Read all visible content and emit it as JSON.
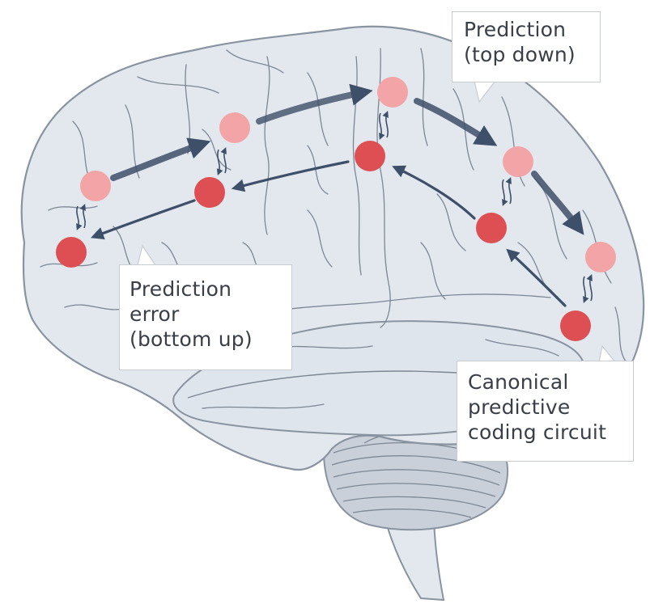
{
  "figure": {
    "callouts": {
      "prediction_top_down": [
        "Prediction",
        "(top down)"
      ],
      "prediction_error_bottom_up": [
        "Prediction",
        "error",
        "(bottom up)"
      ],
      "canonical_circuit": [
        "Canonical",
        "predictive",
        "coding circuit"
      ]
    },
    "colors": {
      "brain_fill": "#e3e8ef",
      "brain_outline": "#8a93a0",
      "sulci": "#7d8794",
      "prediction_node": "#f2a4a6",
      "error_node": "#dd4f53",
      "top_down_arrow": "#3e4f69",
      "bottom_up_arrow": "#3e4f69",
      "callout_border": "#c7ccd3",
      "text": "#3a3f47"
    }
  }
}
